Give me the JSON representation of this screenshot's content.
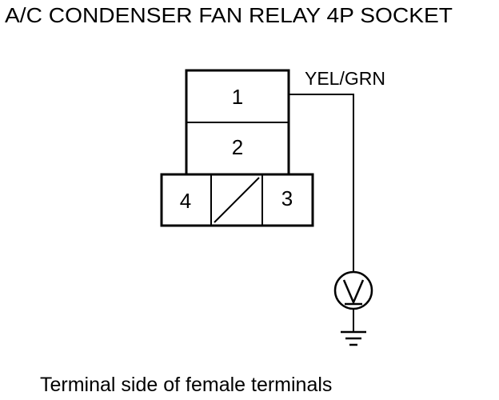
{
  "title": "A/C CONDENSER FAN RELAY 4P SOCKET",
  "wire_color": "YEL/GRN",
  "terminals": {
    "t1": "1",
    "t2": "2",
    "t3": "3",
    "t4": "4"
  },
  "instrument": {
    "meter": "voltmeter-icon",
    "meter_symbol": "V",
    "ground": "ground-icon"
  },
  "caption": "Terminal side of female terminals",
  "colors": {
    "line": "#000000",
    "background": "#ffffff"
  }
}
